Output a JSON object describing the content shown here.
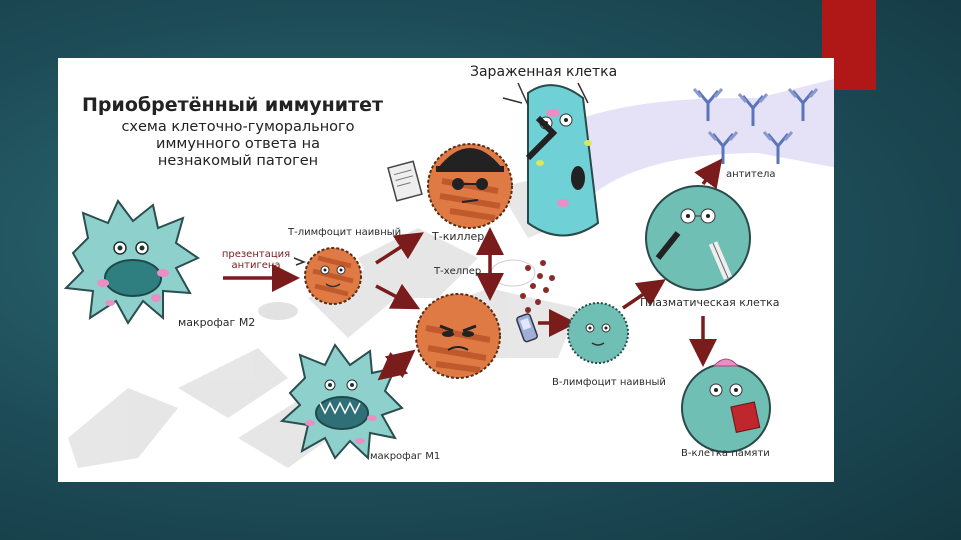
{
  "slide": {
    "colors": {
      "background": "#1d4c57",
      "red_tab": "#b01717",
      "arrow": "#7a1c1c",
      "teal_cell": "#6fbfb4",
      "orange_cell": "#e0804a"
    }
  },
  "diagram": {
    "title": "Приобретённый иммунитет",
    "subtitle": "схема клеточно-гуморального иммунного ответа на незнакомый патоген",
    "labels": {
      "infected_cell": "Зараженная клетка",
      "macrophage_m2": "макрофаг M2",
      "antigen_presentation": "презентация антигена",
      "naive_t_lymphocyte": "Т-лимфоцит наивный",
      "t_killer": "Т-киллер",
      "t_helper": "Т-хелпер",
      "b_lymphocyte": "В-лимфоцит наивный",
      "plasma_cell": "Плазматическая клетка",
      "antibodies": "антитела",
      "memory_b_cell": "В-клетка памяти",
      "macrophage_m1": "макрофаг M1"
    },
    "icons": [
      "macrophage-icon",
      "t-cell-icon",
      "t-killer-icon",
      "t-helper-icon",
      "infected-cell-icon",
      "b-cell-icon",
      "plasma-cell-icon",
      "memory-cell-icon",
      "antibody-icon",
      "phone-icon",
      "cytokine-dots-icon"
    ]
  }
}
